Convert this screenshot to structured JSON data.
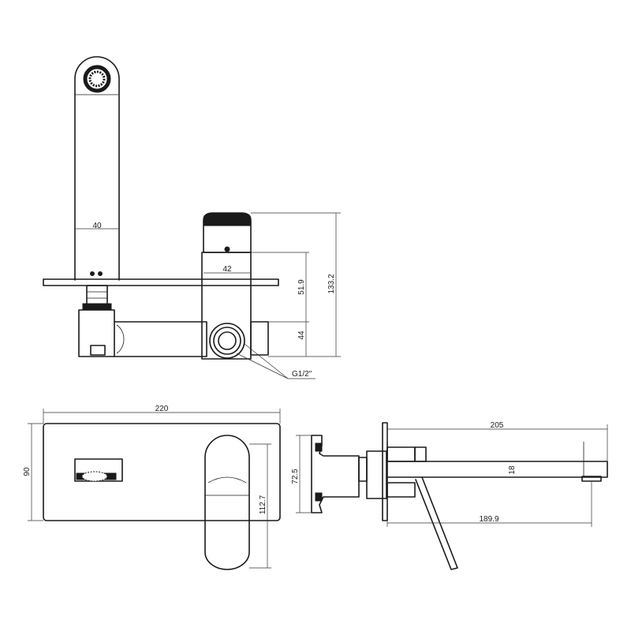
{
  "dimensions": {
    "spout_width": "40",
    "body_width": "42",
    "height_51": "51.9",
    "height_133": "133.2",
    "height_44": "44",
    "thread": "G1/2\"",
    "plate_width": "220",
    "plate_height": "90",
    "handle_height": "112.7",
    "spout_length": "205",
    "spout_thickness": "18",
    "depth_72": "72.5",
    "spout_projection": "189.9"
  }
}
